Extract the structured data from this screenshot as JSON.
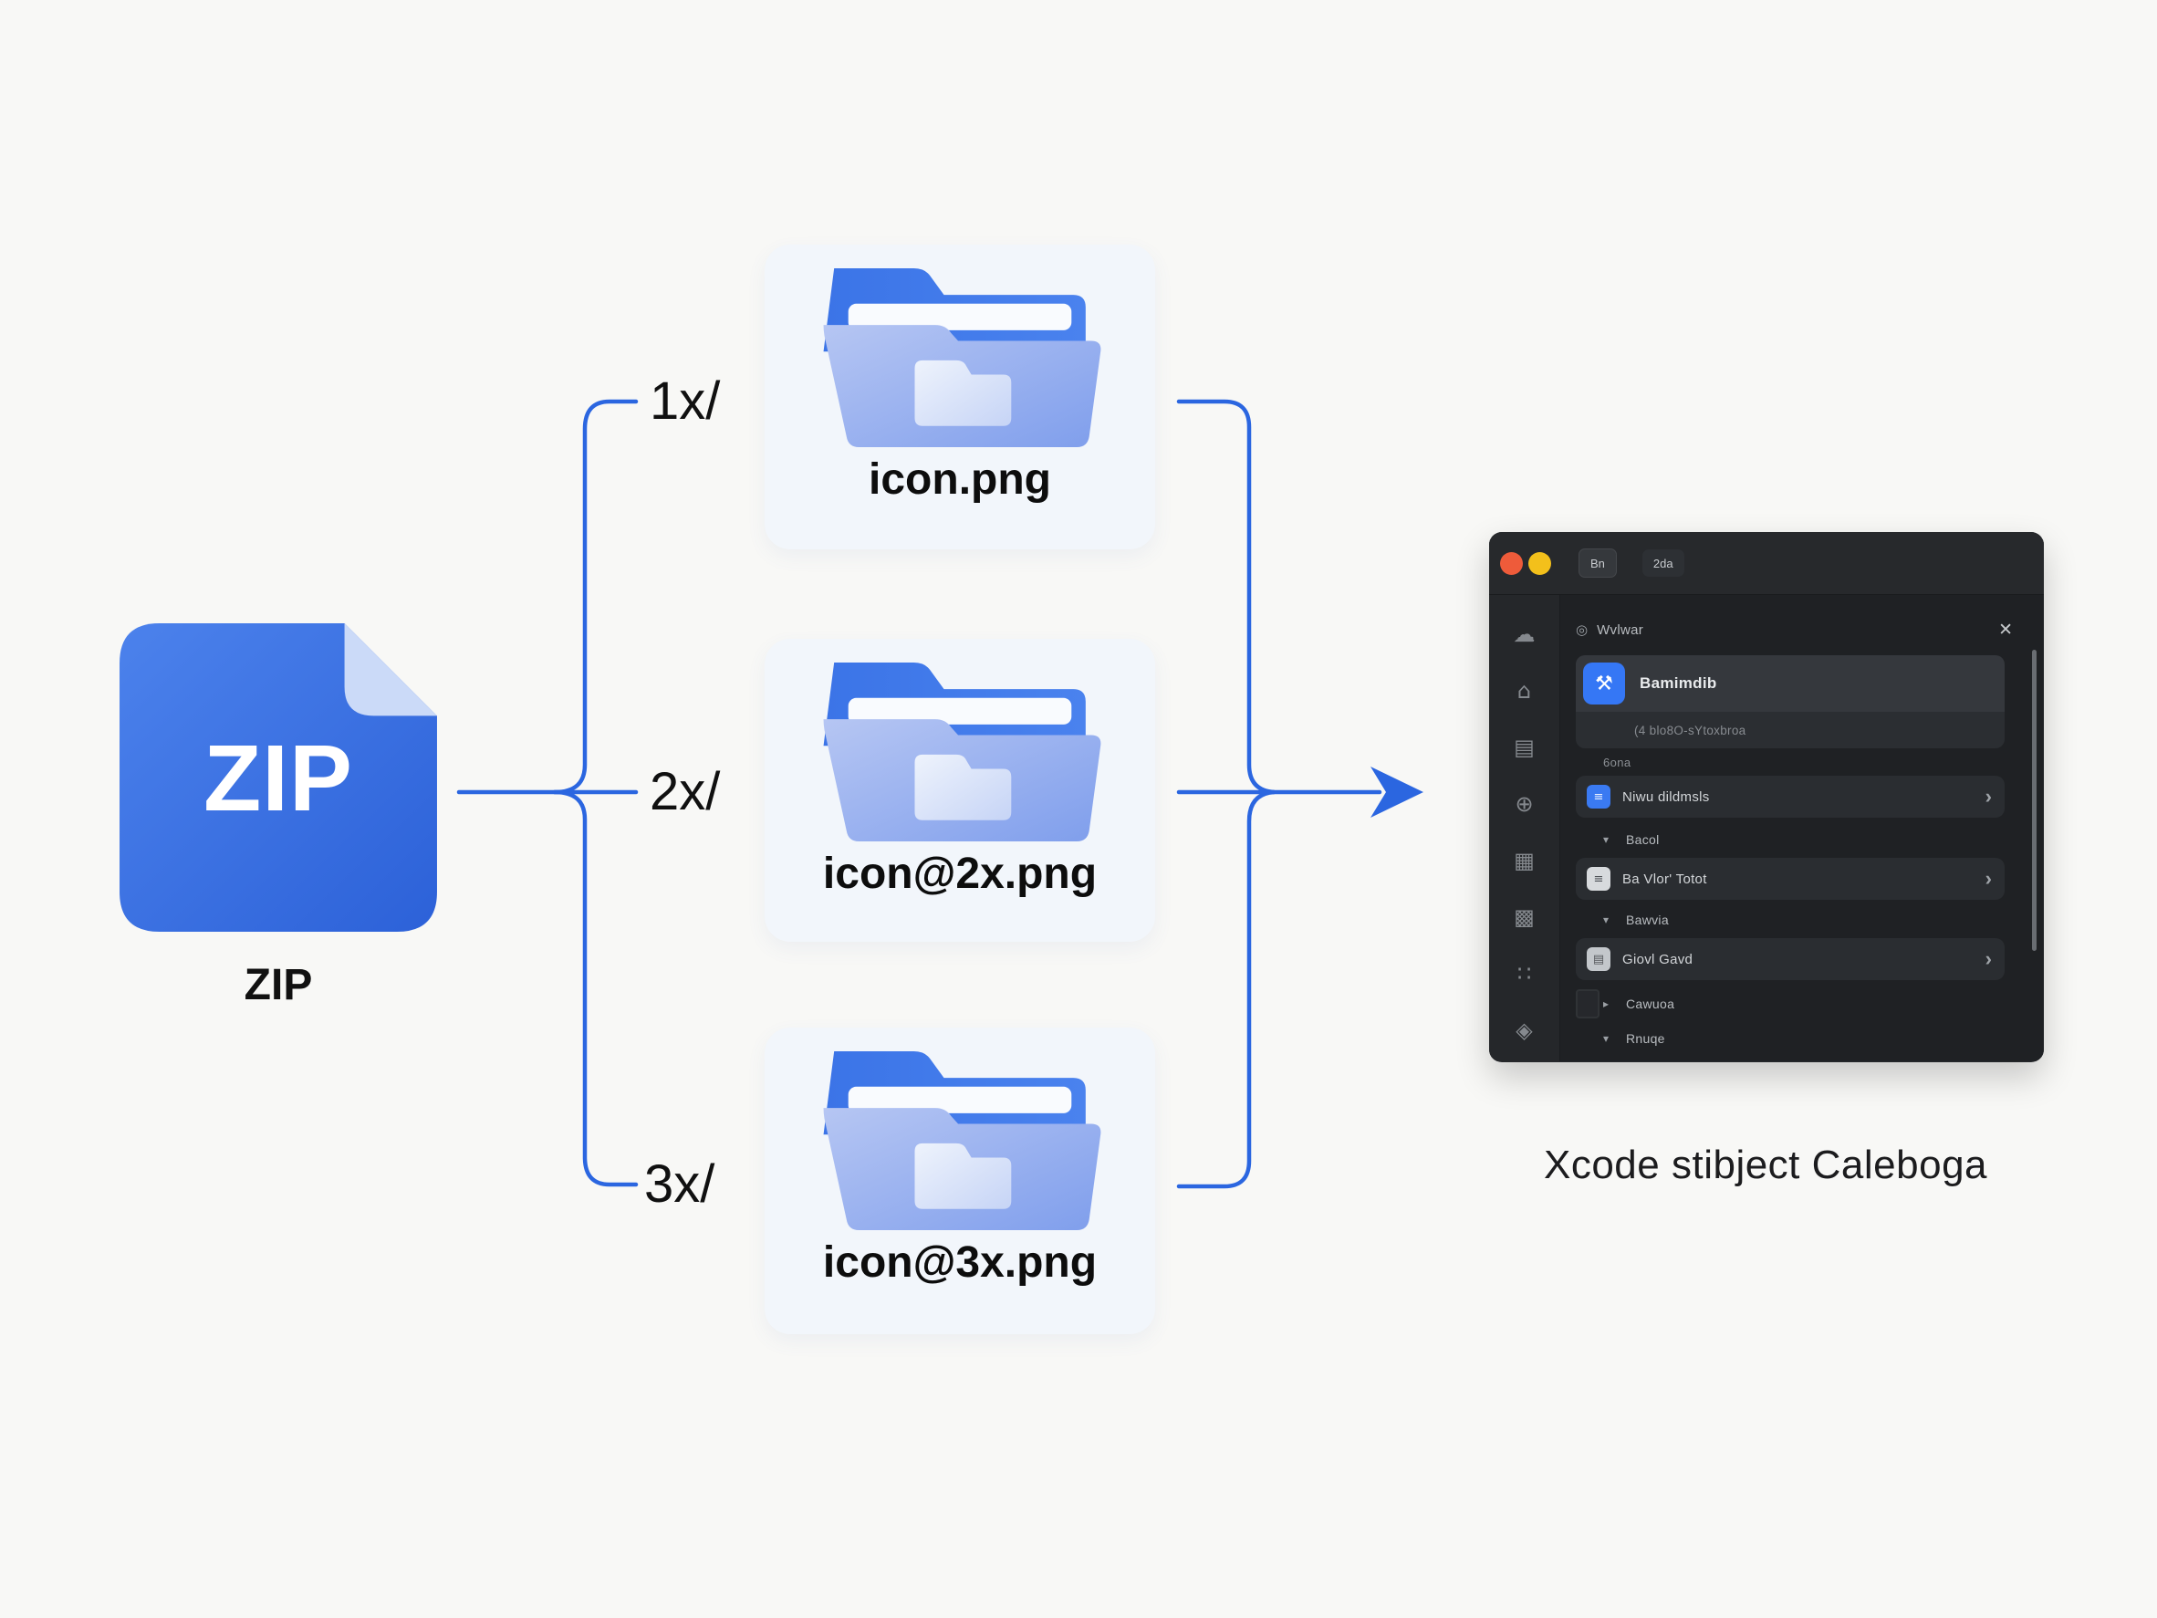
{
  "colors": {
    "background": "#f8f8f6",
    "accent_line": "#2b66e0",
    "zip_blue_top": "#4c82ec",
    "zip_blue_bottom": "#2c61d8",
    "zip_fold": "#cbdaf8",
    "folder_back": "#3d78e9",
    "folder_front_top": "#b3c4f2",
    "folder_front_bottom": "#82a0ec",
    "card_bg": "#f2f6fb",
    "window_bg": "#26282b",
    "panel_bg": "#1f2124",
    "row_bg": "#2a2d31",
    "selected_row_bg": "#35383d",
    "blue_icon": "#3577f5",
    "traffic_light_1": "#ee5b3a",
    "traffic_light_2": "#f3c01b"
  },
  "zip": {
    "icon_text": "ZIP",
    "label": "ZIP"
  },
  "branches": [
    {
      "dir_label": "1x/",
      "file_label": "icon.png"
    },
    {
      "dir_label": "2x/",
      "file_label": "icon@2x.png"
    },
    {
      "dir_label": "3x/",
      "file_label": "icon@3x.png"
    }
  ],
  "caption": "Xcode stibject Caleboga",
  "xcode_window": {
    "tabs": [
      {
        "label": "Bn"
      },
      {
        "label": "2da"
      }
    ],
    "sidebar_icons": [
      {
        "name": "cloud-icon",
        "glyph": "☁"
      },
      {
        "name": "home-icon",
        "glyph": "⌂"
      },
      {
        "name": "list-card-icon",
        "glyph": "▤"
      },
      {
        "name": "globe-icon",
        "glyph": "⊕"
      },
      {
        "name": "grid-icon",
        "glyph": "▦"
      },
      {
        "name": "grid-alt-icon",
        "glyph": "▩"
      },
      {
        "name": "dots-icon",
        "glyph": "∷"
      },
      {
        "name": "shield-icon",
        "glyph": "◈"
      }
    ],
    "panel": {
      "header": {
        "eye_glyph": "◎",
        "title": "Wvlwar",
        "close_glyph": "✕"
      },
      "selected_row": {
        "icon_glyph": "⚒",
        "title": "Bamimdib",
        "subtitle": "(4 blo8O-sYtoxbroa"
      },
      "section_label": "6ona",
      "rows": [
        {
          "icon_glyph": "≡",
          "icon_style": "blue",
          "label": "Niwu dildmsls",
          "chevron": "›"
        },
        {
          "icon_glyph": "≡",
          "icon_style": "light",
          "label": "Ba Vlor' Totot",
          "chevron": "›"
        },
        {
          "icon_glyph": "▤",
          "icon_style": "gray",
          "label": "Giovl Gavd",
          "chevron": "›"
        }
      ],
      "groups": [
        {
          "marker": "▾",
          "label": "Bacol"
        },
        {
          "marker": "▾",
          "label": "Bawvia"
        },
        {
          "marker": "▸",
          "label": "Cawuoa"
        },
        {
          "marker": "▾",
          "label": "Rnuqe"
        }
      ]
    }
  }
}
